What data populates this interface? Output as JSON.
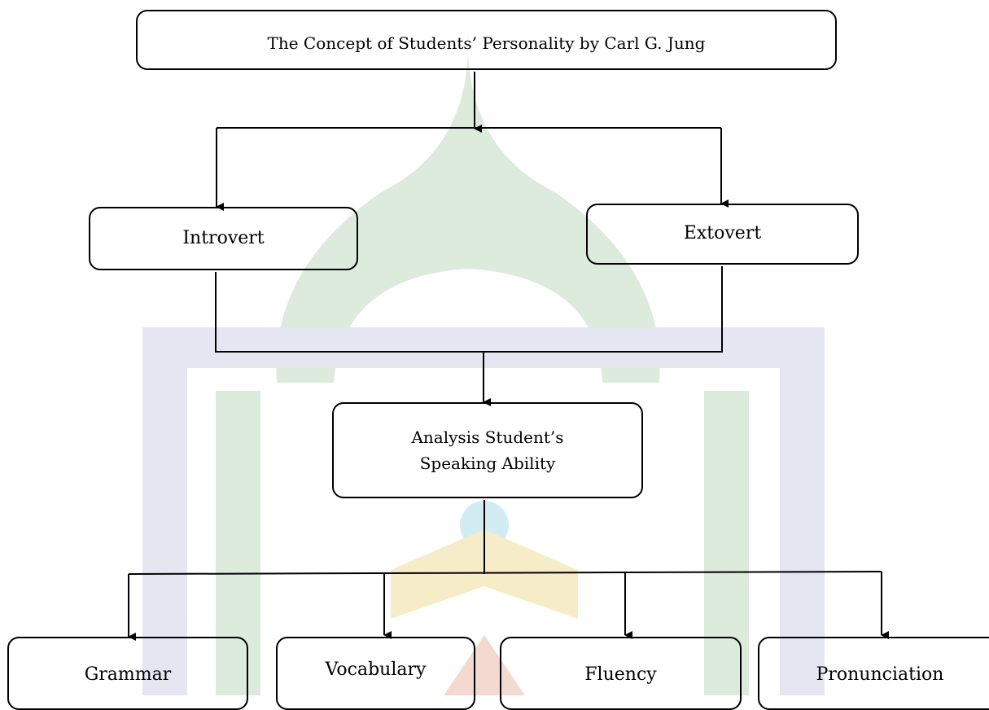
{
  "colors": {
    "watermark_green": "#dcebdc",
    "watermark_blue": "#e6e6f2",
    "watermark_yellow": "#f6ecc8",
    "watermark_cyan": "#d2ecf3",
    "line": "#000000"
  },
  "diagram": {
    "title": "The Concept of Students’ Personality by Carl G. Jung",
    "introvert": "Introvert",
    "extrovert": "Extovert",
    "analysis_line1": "Analysis Student’s",
    "analysis_line2": "Speaking Ability",
    "aspects": [
      "Grammar",
      "Vocabulary",
      "Fluency",
      "Pronunciation"
    ]
  }
}
